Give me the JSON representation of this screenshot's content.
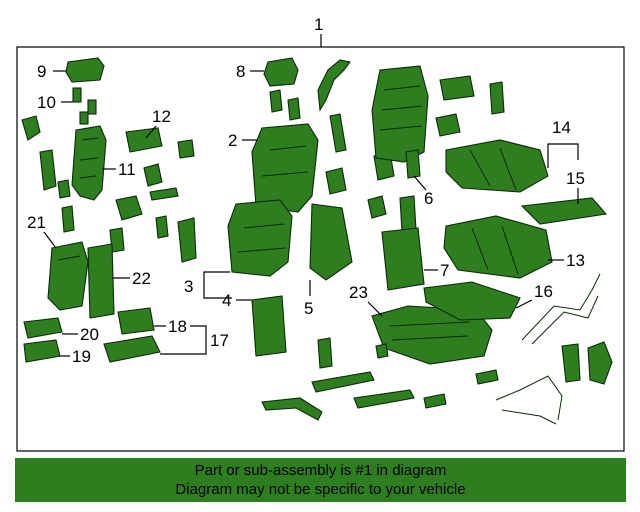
{
  "diagram": {
    "callouts": [
      "1",
      "2",
      "3",
      "4",
      "5",
      "6",
      "7",
      "8",
      "9",
      "10",
      "11",
      "12",
      "13",
      "14",
      "15",
      "16",
      "17",
      "18",
      "19",
      "20",
      "21",
      "22",
      "23"
    ],
    "colors": {
      "part_fill": "#2e7d1f",
      "part_outline": "#0b2a07",
      "banner": "#2e7d1f"
    }
  },
  "banner": {
    "line1": "Part or sub-assembly is #1 in diagram",
    "line2": "Diagram may not be specific to your vehicle"
  }
}
